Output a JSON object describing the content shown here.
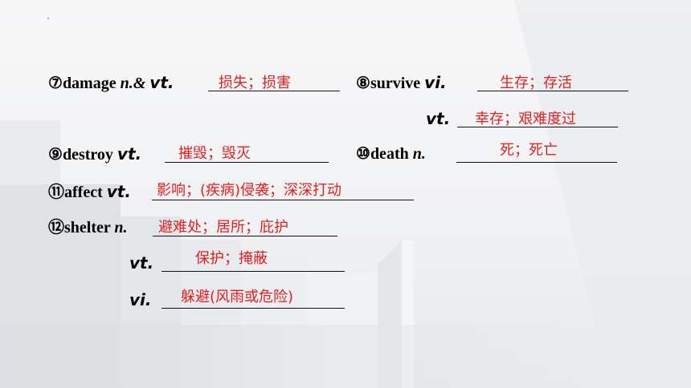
{
  "items": [
    {
      "marker": "⑦",
      "word": "damage",
      "pos": "n.& vt.",
      "answer": "损失；损害"
    },
    {
      "marker": "⑧",
      "word": "survive",
      "pos": "vi.",
      "answer": "生存；存活"
    },
    {
      "pos": "vt.",
      "answer": "幸存；艰难度过"
    },
    {
      "marker": "⑨",
      "word": "destroy",
      "pos": "vt.",
      "answer": "摧毁；毁灭"
    },
    {
      "marker": "⑩",
      "word": "death",
      "pos": "n.",
      "answer": "死；死亡"
    },
    {
      "marker": "⑪",
      "word": "affect",
      "pos": "vt.",
      "answer": "影响；(疾病)侵袭；深深打动"
    },
    {
      "marker": "⑫",
      "word": "shelter",
      "pos": "n.",
      "answer": "避难处；居所；庇护"
    },
    {
      "pos": "vt.",
      "answer": "保护；掩蔽"
    },
    {
      "pos": "vi.",
      "answer": "躲避(风雨或危险)"
    }
  ]
}
